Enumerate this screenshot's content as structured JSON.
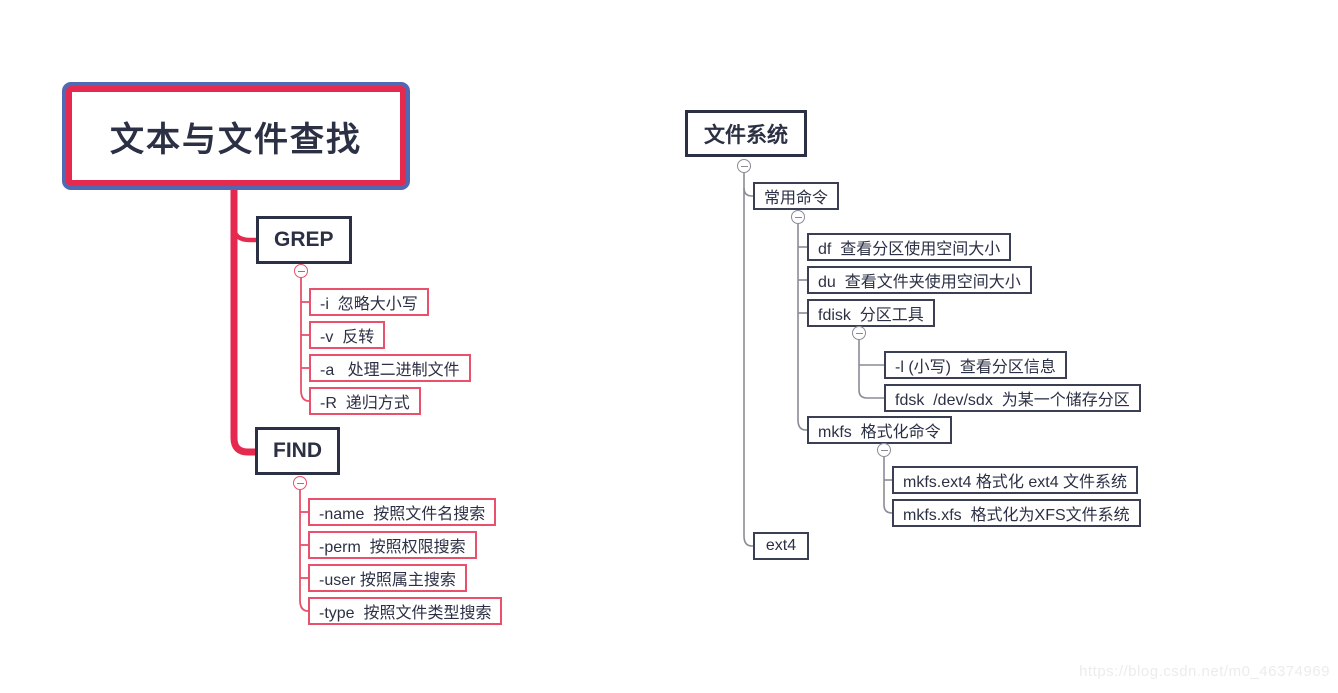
{
  "watermark": "https://blog.csdn.net/m0_46374969",
  "colors": {
    "accent_red": "#e62a4f",
    "accent_red_thin": "#e8506c",
    "accent_blue": "#5069b2",
    "node_dark": "#2c3044",
    "line_gray": "#8b8b97",
    "watermark_gray": "#ececec"
  },
  "left_tree": {
    "root": "文本与文件查找",
    "branches": [
      {
        "label": "GREP",
        "children": [
          "-i  忽略大小写",
          "-v  反转",
          "-a   处理二进制文件",
          "-R  递归方式"
        ]
      },
      {
        "label": "FIND",
        "children": [
          "-name  按照文件名搜索",
          "-perm  按照权限搜索",
          "-user 按照属主搜索",
          "-type  按照文件类型搜索"
        ]
      }
    ]
  },
  "right_tree": {
    "root": "文件系统",
    "branches": [
      {
        "label": "常用命令",
        "children": [
          {
            "label": "df  查看分区使用空间大小"
          },
          {
            "label": "du  查看文件夹使用空间大小"
          },
          {
            "label": "fdisk  分区工具",
            "children": [
              "-l (小写)  查看分区信息",
              "fdsk  /dev/sdx  为某一个储存分区"
            ]
          },
          {
            "label": "mkfs  格式化命令",
            "children": [
              "mkfs.ext4 格式化 ext4 文件系统",
              "mkfs.xfs  格式化为XFS文件系统"
            ]
          }
        ]
      },
      {
        "label": "ext4"
      }
    ]
  }
}
